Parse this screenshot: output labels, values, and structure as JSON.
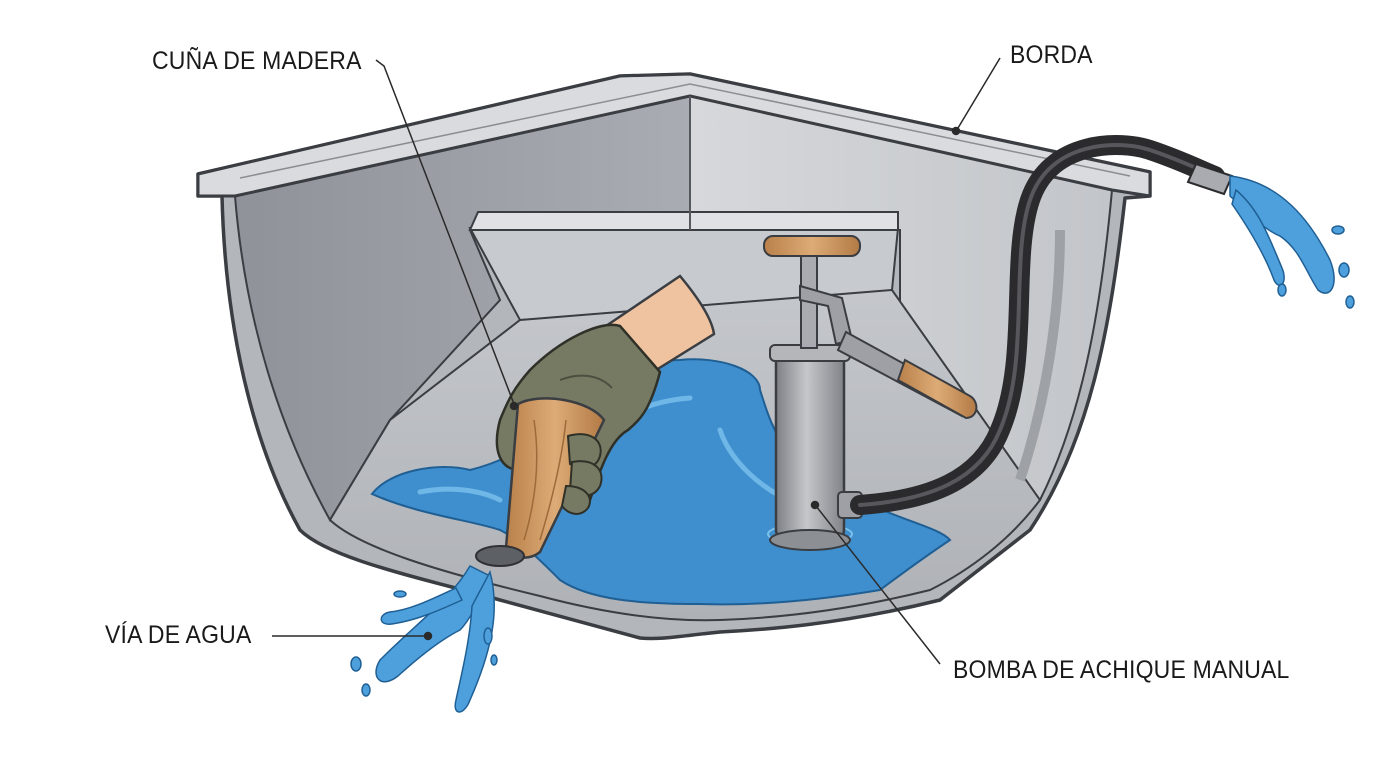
{
  "labels": {
    "wooden_wedge": "CUÑA DE MADERA",
    "gunwale": "BORDA",
    "leak": "VÍA DE AGUA",
    "bilge_pump": "BOMBA DE ACHIQUE MANUAL"
  },
  "colors": {
    "hull_outline": "#3a3d42",
    "hull_wall_dark": "#9a9ea4",
    "hull_wall_light": "#c9ccd0",
    "floor": "#b9bcc1",
    "water": "#3f8fcf",
    "water_light": "#7cc0ec",
    "wood": "#c9935c",
    "glove": "#777a63",
    "skin": "#efc39f",
    "hose": "#3a3a3c",
    "pump_metal": "#9a9ca0"
  }
}
